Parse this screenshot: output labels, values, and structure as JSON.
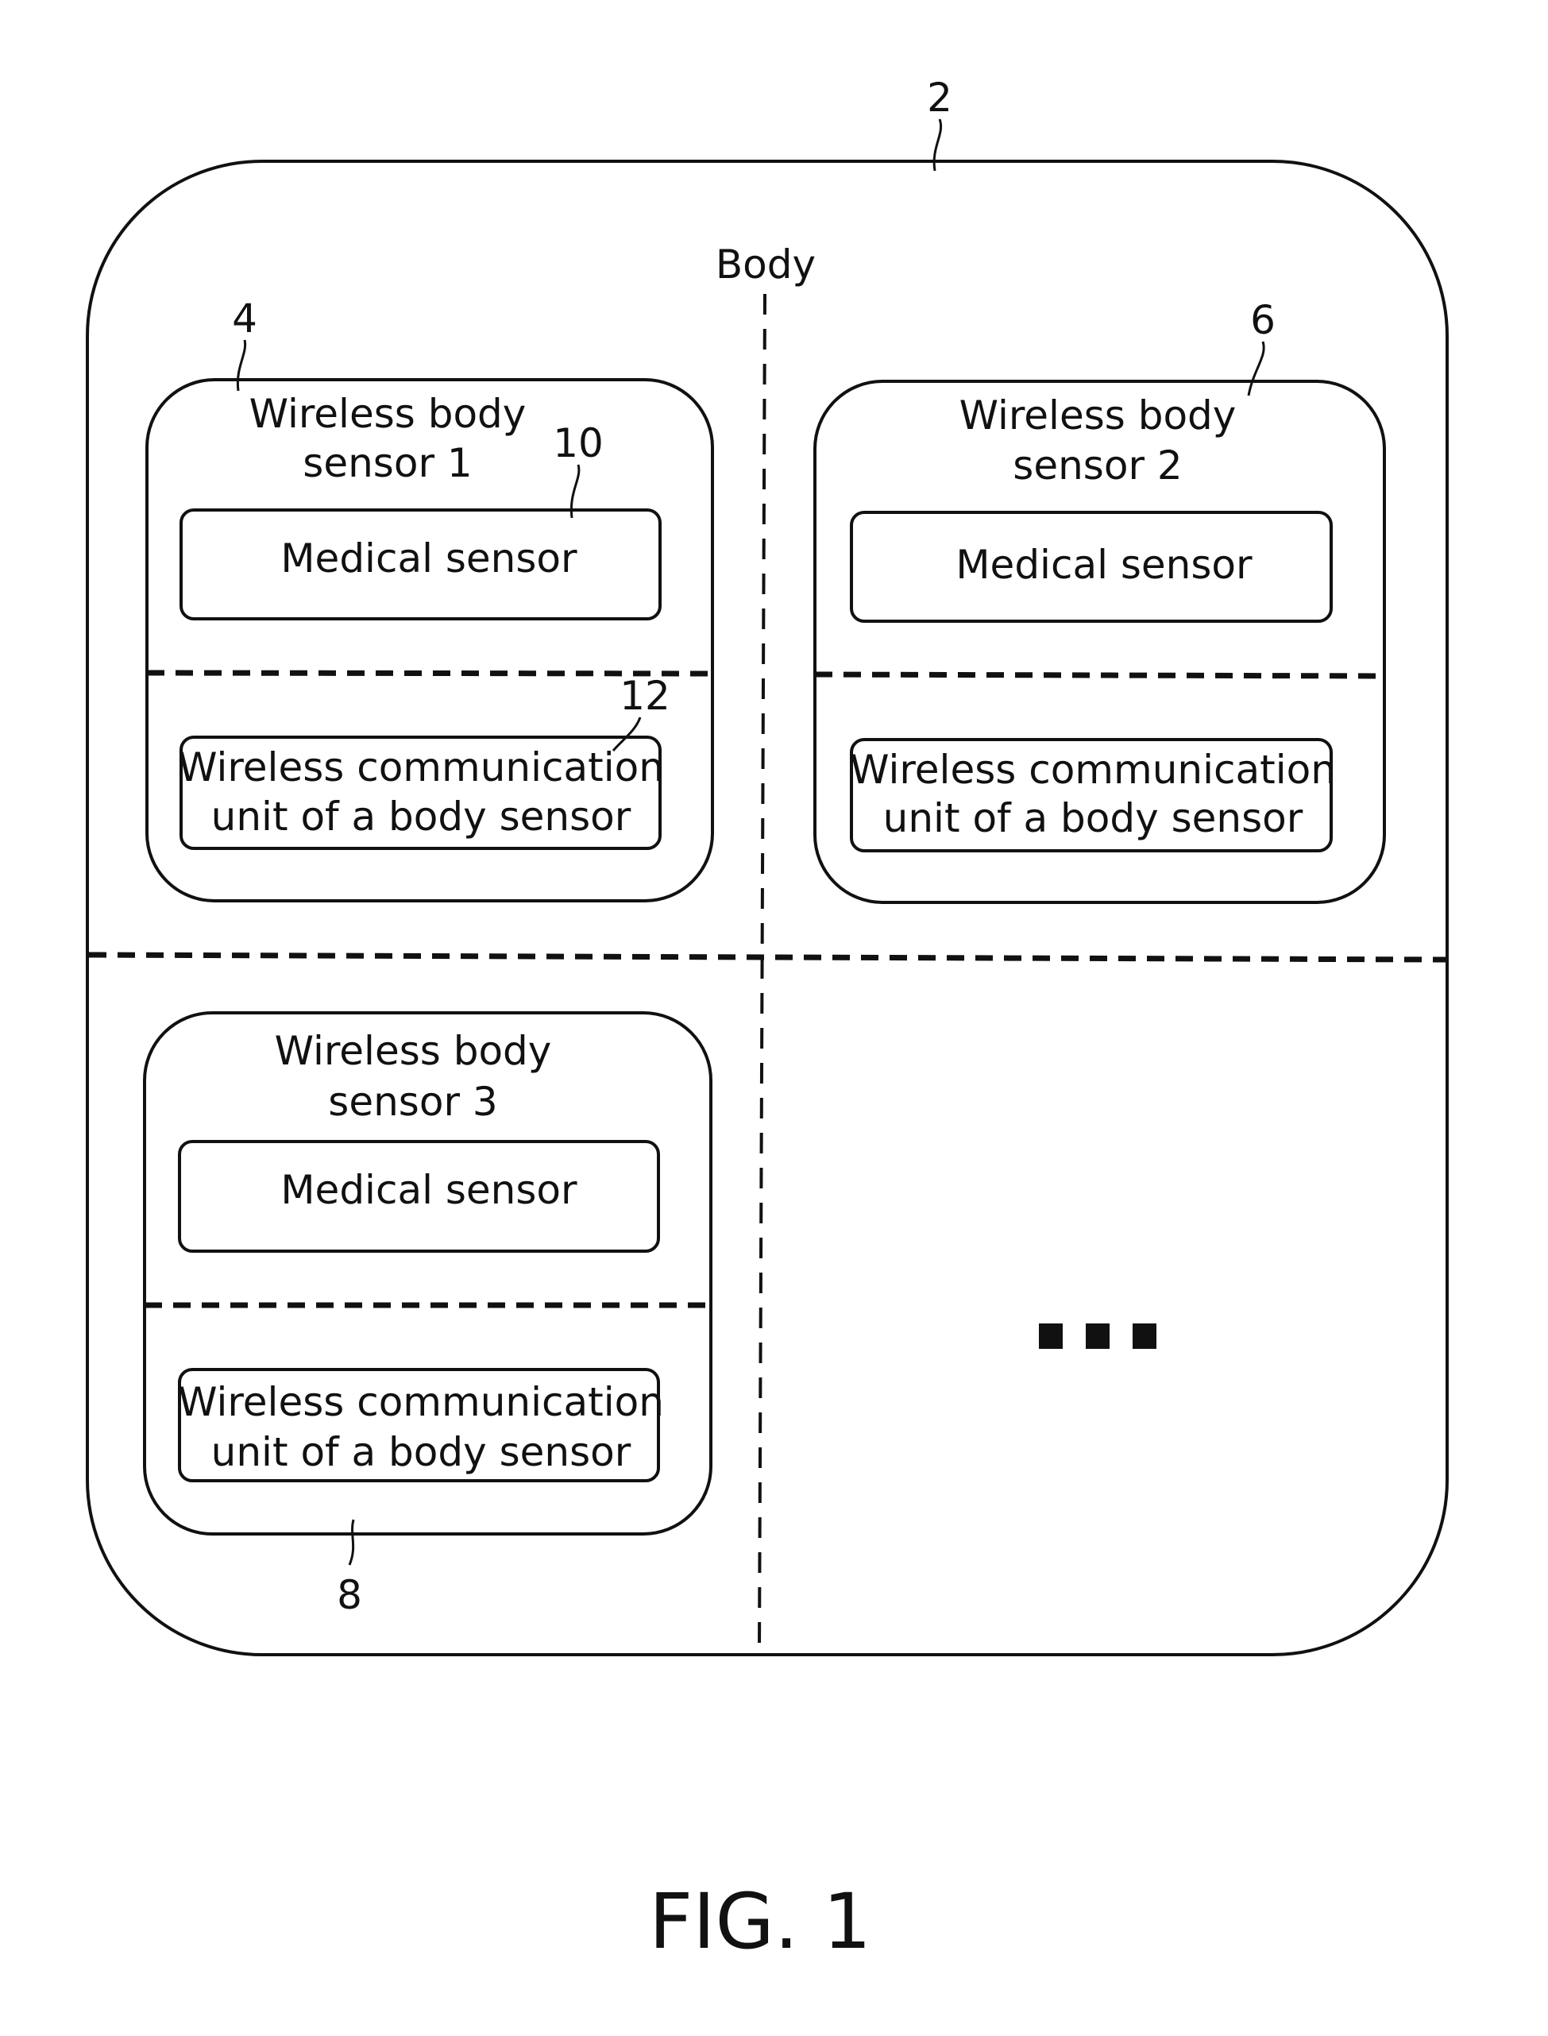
{
  "diagram": {
    "body_label": "Body",
    "ref_body": "2",
    "sensors": [
      {
        "ref": "4",
        "title_line1": "Wireless body",
        "title_line2": "sensor 1",
        "medical_label": "Medical sensor",
        "medical_ref": "10",
        "comm_line1": "Wireless communication",
        "comm_line2": "unit of a body sensor",
        "comm_ref": "12"
      },
      {
        "ref": "6",
        "title_line1": "Wireless body",
        "title_line2": "sensor 2",
        "medical_label": "Medical sensor",
        "comm_line1": "Wireless communication",
        "comm_line2": "unit of a body sensor"
      },
      {
        "ref": "8",
        "title_line1": "Wireless body",
        "title_line2": "sensor 3",
        "medical_label": "Medical sensor",
        "comm_line1": "Wireless communication",
        "comm_line2": "unit of a body sensor"
      }
    ],
    "caption": "FIG. 1"
  }
}
